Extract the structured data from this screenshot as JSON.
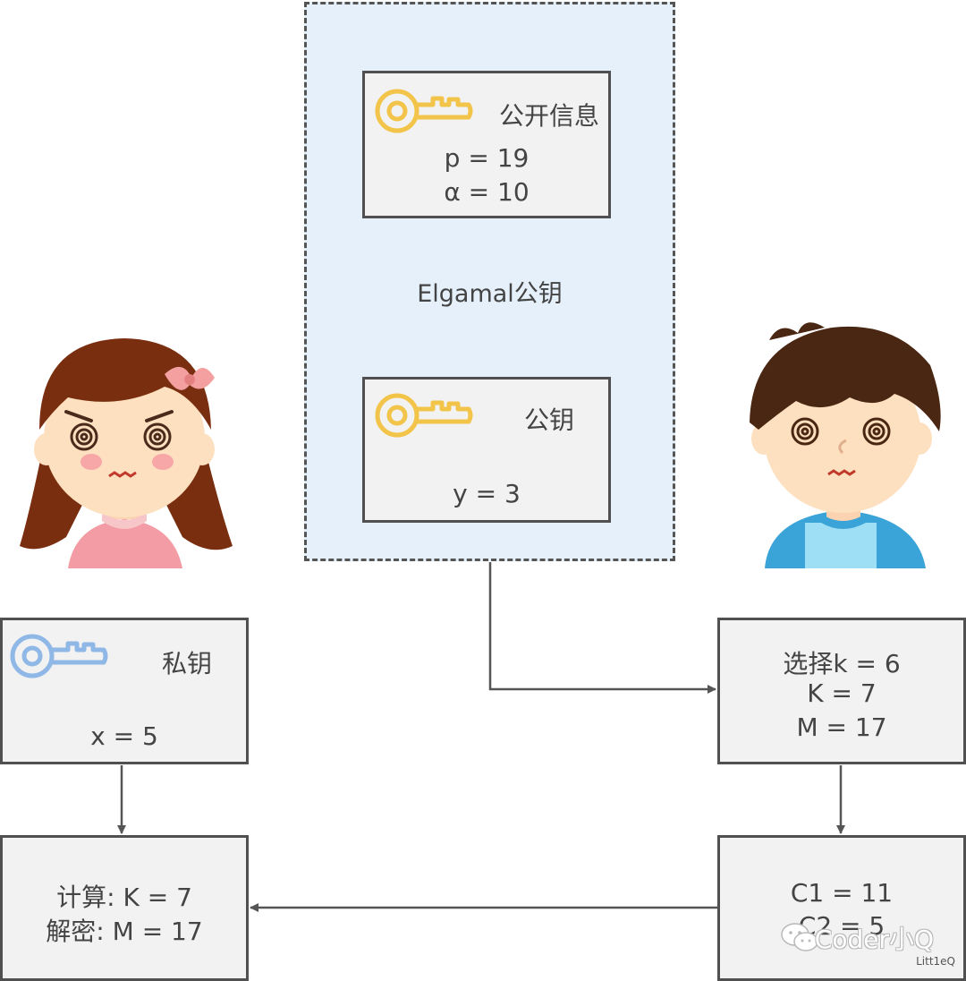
{
  "region": {
    "label": "Elgamal公钥"
  },
  "public_info": {
    "title": "公开信息",
    "line1": "p = 19",
    "line2": "α = 10"
  },
  "public_key": {
    "title": "公钥",
    "line1": "y = 3"
  },
  "private_key": {
    "title": "私钥",
    "line1": "x = 5"
  },
  "sender_choose": {
    "line1": "选择k = 6",
    "line2": "K = 7",
    "line3": "M = 17"
  },
  "sender_cipher": {
    "line1": "C1 = 11",
    "line2": "C2 = 5"
  },
  "receiver_decrypt": {
    "line1": "计算: K = 7",
    "line2": "解密: M = 17"
  },
  "watermark": {
    "text": "Coder小Q",
    "sub": "Litt1eQ"
  },
  "colors": {
    "key_gold": "#f3c44a",
    "key_blue": "#8fb8e6",
    "region_fill": "#e5f0fb",
    "box_fill": "#f2f2f2",
    "border": "#505050"
  },
  "icons": [
    "key-icon",
    "girl-avatar",
    "boy-avatar",
    "wechat-icon"
  ]
}
